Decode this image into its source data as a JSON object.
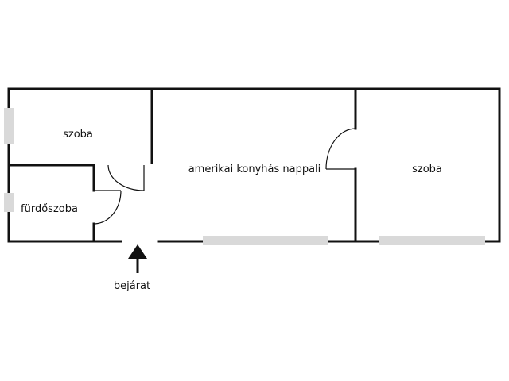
{
  "floorplan": {
    "rooms": {
      "bedroom_left": "szoba",
      "bathroom": "fürdőszoba",
      "living_kitchen": "amerikai konyhás nappali",
      "bedroom_right": "szoba"
    },
    "entrance_label": "bejárat"
  },
  "colors": {
    "wall": "#111111",
    "window": "#d9d9d9",
    "background": "#ffffff"
  }
}
